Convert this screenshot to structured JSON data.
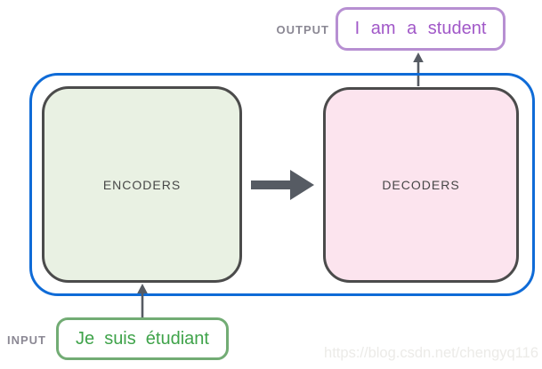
{
  "diagram": {
    "output_label": "OUTPUT",
    "input_label": "INPUT",
    "output_box": {
      "words": [
        "I",
        "am",
        "a",
        "student"
      ]
    },
    "input_box": {
      "words": [
        "Je",
        "suis",
        "étudiant"
      ]
    },
    "encoders": {
      "label": "ENCODERS"
    },
    "decoders": {
      "label": "DECODERS"
    },
    "arrows": [
      "encoders-to-decoders-arrow",
      "decoders-to-output-arrow",
      "input-to-encoders-arrow"
    ],
    "watermark": "https://blog.csdn.net/chengyq116",
    "colors": {
      "outer_border": "#0f6bd7",
      "box_border": "#4b4b4b",
      "encoders_fill": "#e9f1e3",
      "decoders_fill": "#fce4ee",
      "output_border": "#b78fd2",
      "output_accent": "#a158c8",
      "input_border": "#72ac74",
      "input_accent": "#3fa34a",
      "arrow": "#565b63",
      "label_gray": "#8b8894",
      "watermark_color": "#ecebe8"
    }
  }
}
